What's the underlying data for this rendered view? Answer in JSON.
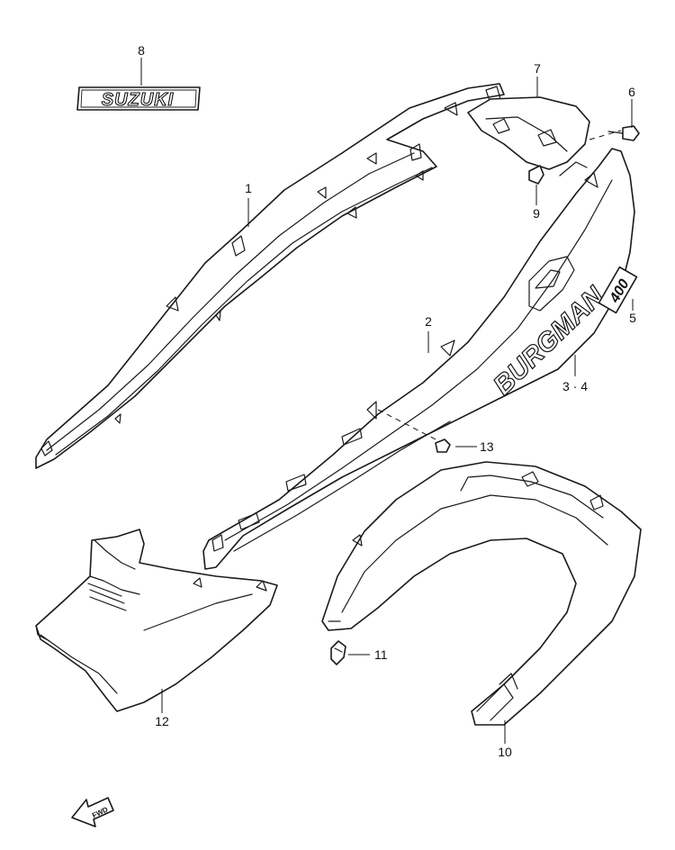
{
  "diagram": {
    "callouts": {
      "c1": "1",
      "c2": "2",
      "c3": "3 · 4",
      "c5": "5",
      "c6": "6",
      "c7": "7",
      "c8": "8",
      "c9": "9",
      "c10": "10",
      "c11": "11",
      "c12": "12",
      "c13": "13"
    },
    "emblem_text": "SUZUKI",
    "decal_text": "BURGMAN",
    "decal_badge": "400",
    "fwd_label": "FWD"
  }
}
